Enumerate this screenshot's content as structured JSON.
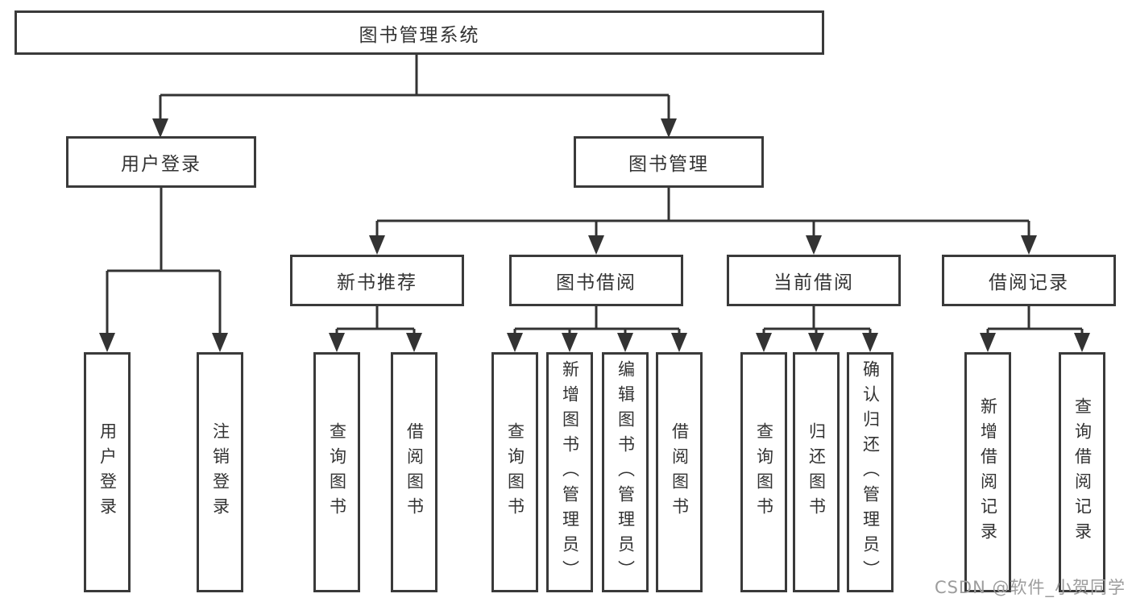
{
  "diagram": {
    "title": "图书管理系统",
    "nodes": {
      "root": "图书管理系统",
      "user_login": "用户登录",
      "book_mgmt": "图书管理",
      "new_books": "新书推荐",
      "borrow_mgmt": "图书借阅",
      "current_borrow": "当前借阅",
      "borrow_history": "借阅记录",
      "user_login_action": "用户登录",
      "logout_action": "注销登录",
      "nb_query_book": "查询图书",
      "nb_borrow_book": "借阅图书",
      "bm_query_book": "查询图书",
      "bm_add_book": "新增图书（管理员）",
      "bm_edit_book": "编辑图书（管理员）",
      "bm_borrow_book": "借阅图书",
      "cb_query_book": "查询图书",
      "cb_return_book": "归还图书",
      "cb_confirm_return": "确认归还（管理员）",
      "bh_add_record": "新增借阅记录",
      "bh_query_record": "查询借阅记录"
    },
    "edges": [
      [
        "root",
        "user_login"
      ],
      [
        "root",
        "book_mgmt"
      ],
      [
        "user_login",
        "user_login_action"
      ],
      [
        "user_login",
        "logout_action"
      ],
      [
        "book_mgmt",
        "new_books"
      ],
      [
        "book_mgmt",
        "borrow_mgmt"
      ],
      [
        "book_mgmt",
        "current_borrow"
      ],
      [
        "book_mgmt",
        "borrow_history"
      ],
      [
        "new_books",
        "nb_query_book"
      ],
      [
        "new_books",
        "nb_borrow_book"
      ],
      [
        "borrow_mgmt",
        "bm_query_book"
      ],
      [
        "borrow_mgmt",
        "bm_add_book"
      ],
      [
        "borrow_mgmt",
        "bm_edit_book"
      ],
      [
        "borrow_mgmt",
        "bm_borrow_book"
      ],
      [
        "current_borrow",
        "cb_query_book"
      ],
      [
        "current_borrow",
        "cb_return_book"
      ],
      [
        "current_borrow",
        "cb_confirm_return"
      ],
      [
        "borrow_history",
        "bh_add_record"
      ],
      [
        "borrow_history",
        "bh_query_record"
      ]
    ]
  },
  "watermark": {
    "text": "CSDN @软件_小贺同学"
  },
  "colors": {
    "line": "#333333",
    "box_border": "#3a3a3a",
    "box_fill": "#ffffff",
    "text": "#333333",
    "watermark": "#9c9c9c",
    "background": "#ffffff"
  }
}
